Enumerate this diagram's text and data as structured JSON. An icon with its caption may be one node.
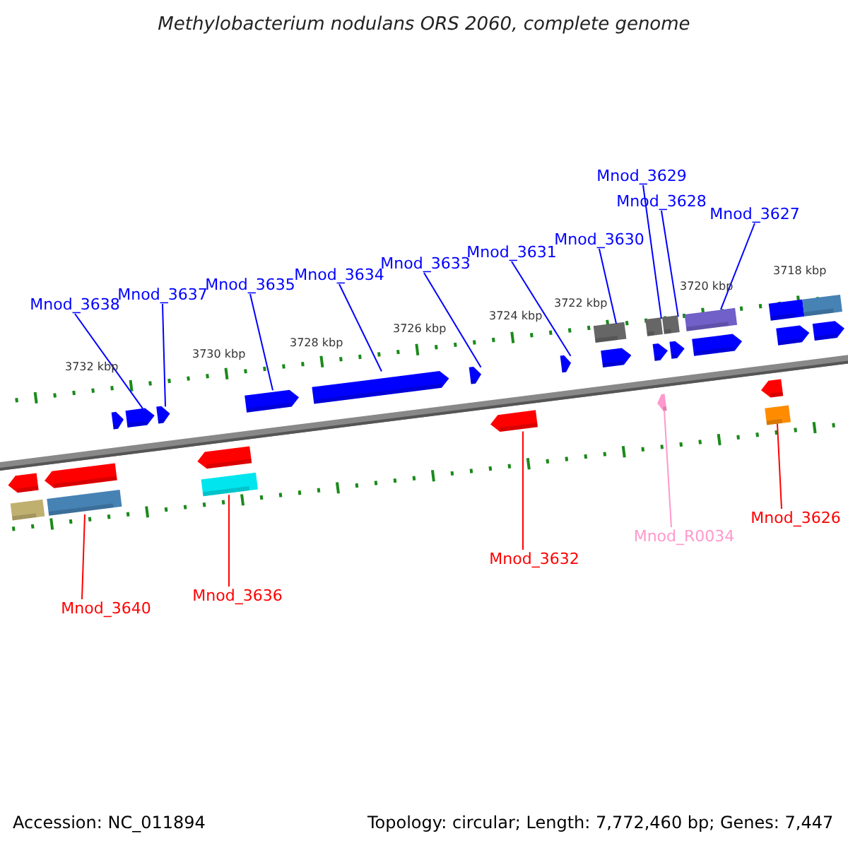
{
  "diagram": {
    "title": "Methylobacterium nodulans ORS 2060, complete genome",
    "nodes": [
      {
        "text": [
          "Mnod_3638"
        ]
      },
      {
        "text": [
          "Mnod_3637"
        ]
      },
      {
        "text": [
          "Mnod_3635"
        ]
      },
      {
        "text": [
          "Mnod_3634"
        ]
      },
      {
        "text": [
          "Mnod_3633"
        ]
      },
      {
        "text": [
          "Mnod_3631"
        ]
      },
      {
        "text": [
          "Mnod_3630"
        ]
      },
      {
        "text": [
          "Mnod_3629"
        ]
      },
      {
        "text": [
          "Mnod_3628"
        ]
      },
      {
        "text": [
          "Mnod_3627"
        ]
      },
      {
        "text": [
          "Mnod_3640"
        ]
      },
      {
        "text": [
          "Mnod_3636"
        ]
      },
      {
        "text": [
          "Mnod_3632"
        ]
      },
      {
        "text": [
          "Mnod_R0034"
        ]
      },
      {
        "text": [
          "Mnod_3626"
        ]
      },
      {
        "text": [],
        "shape": "bar"
      },
      {
        "text": [],
        "shape": "bar"
      },
      {
        "text": [],
        "shape": "bar"
      },
      {
        "text": [],
        "shape": "bar"
      },
      {
        "text": [],
        "shape": "bar"
      },
      {
        "text": [],
        "shape": "bar"
      },
      {
        "text": [],
        "shape": "bar"
      },
      {
        "text": [],
        "shape": "bar"
      },
      {
        "text": [],
        "shape": "bar"
      },
      {
        "text": [],
        "shape": "bar"
      },
      {
        "text": [],
        "shape": "bar"
      },
      {
        "text": [],
        "shape": "bar"
      },
      {
        "text": [],
        "shape": "bar"
      },
      {
        "text": [],
        "shape": "bar"
      },
      {
        "text": [],
        "shape": "bar"
      },
      {
        "text": [],
        "shape": "bar"
      },
      {
        "text": [],
        "shape": "bar"
      },
      {
        "text": [],
        "shape": "bar"
      },
      {
        "text": [],
        "shape": "bar"
      },
      {
        "text": [],
        "shape": "bar"
      },
      {
        "text": [],
        "shape": "bar"
      },
      {
        "text": [],
        "shape": "bar"
      },
      {
        "text": [],
        "shape": "bar"
      },
      {
        "text": [],
        "shape": "bar"
      },
      {
        "text": [],
        "shape": "bar"
      },
      {
        "text": [],
        "shape": "bar"
      },
      {
        "text": [],
        "shape": "bar"
      },
      {
        "text": [],
        "shape": "bar"
      },
      {
        "text": [],
        "shape": "bar"
      }
    ],
    "edges": [
      {
        "from": 0,
        "to": 20,
        "arrow": "none"
      },
      {
        "from": 1,
        "to": 21,
        "arrow": "none"
      },
      {
        "from": 2,
        "to": 24,
        "arrow": "none"
      },
      {
        "from": 3,
        "to": 25,
        "arrow": "none"
      },
      {
        "from": 4,
        "to": 26,
        "arrow": "none"
      },
      {
        "from": 5,
        "to": 28,
        "arrow": "none"
      },
      {
        "from": 6,
        "to": 29,
        "arrow": "none"
      },
      {
        "from": 7,
        "to": 31,
        "arrow": "none"
      },
      {
        "from": 8,
        "to": 34,
        "arrow": "none"
      },
      {
        "from": 9,
        "to": 36,
        "arrow": "none"
      },
      {
        "from": 10,
        "to": 18,
        "arrow": "none",
        "color": "#ff0000"
      },
      {
        "from": 11,
        "to": 23,
        "arrow": "none",
        "color": "#ff0000"
      },
      {
        "from": 12,
        "to": 27,
        "arrow": "none",
        "color": "#ff0000"
      },
      {
        "from": 13,
        "to": 32,
        "arrow": "none",
        "color": "#ff99cc"
      },
      {
        "from": 14,
        "to": 39,
        "arrow": "none",
        "color": "#ff0000"
      }
    ],
    "labels": [
      "3732 kbp",
      "3730 kbp",
      "3728 kbp",
      "3726 kbp",
      "3724 kbp",
      "3722 kbp",
      "3720 kbp",
      "3718 kbp",
      "Accession: NC_011894",
      "Topology: circular; Length: 7,772,460 bp; Genes: 7,447"
    ]
  }
}
